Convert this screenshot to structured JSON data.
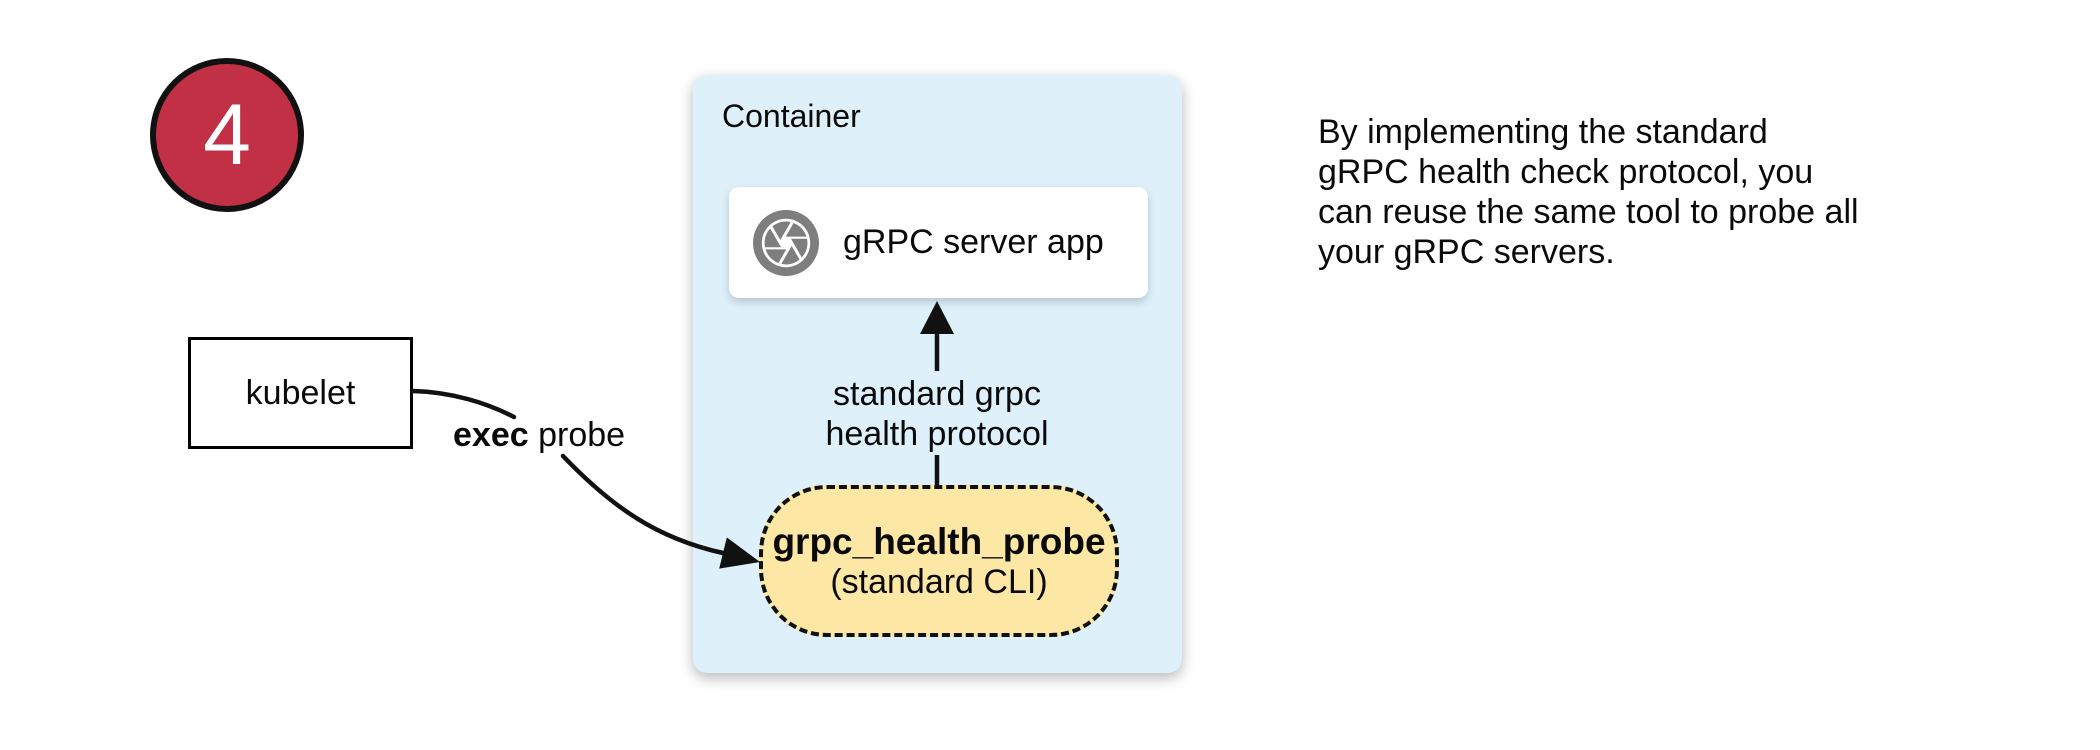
{
  "badge": {
    "number": "4"
  },
  "kubelet_box": {
    "label": "kubelet"
  },
  "exec_probe_label": {
    "bold": "exec",
    "rest": " probe"
  },
  "container_box": {
    "title": "Container",
    "server_app_box": {
      "label": "gRPC server app",
      "icon": "aperture-icon"
    },
    "health_protocol_label": {
      "line1": "standard grpc",
      "line2": "health protocol"
    },
    "probe_box": {
      "name": "grpc_health_probe",
      "subtitle": "(standard CLI)"
    }
  },
  "note": {
    "lines": [
      "By implementing the standard",
      "gRPC health check protocol, you",
      "can reuse the same tool to probe all",
      "your gRPC servers."
    ]
  },
  "colors": {
    "badge_red": "#C23046",
    "container_blue": "#DEF1FB",
    "probe_yellow": "#FCE8A4",
    "icon_gray": "#7E7E7E",
    "line_black": "#111111"
  }
}
